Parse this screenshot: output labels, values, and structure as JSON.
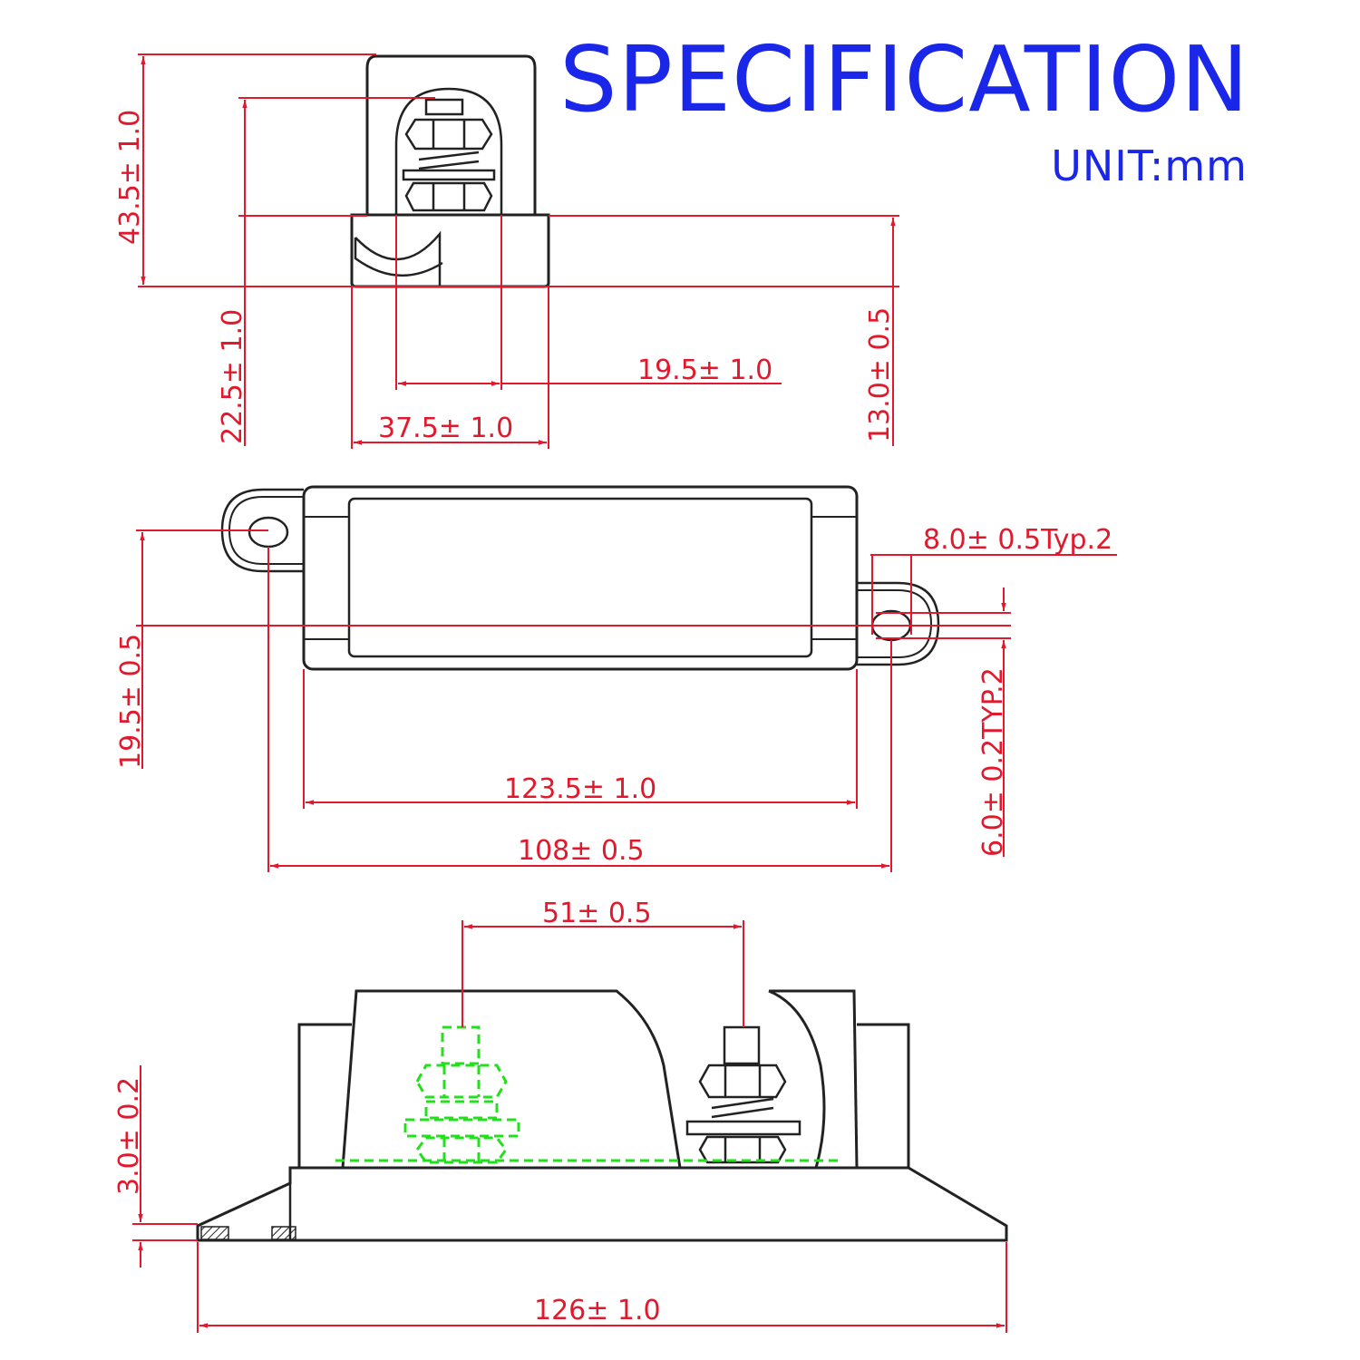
{
  "header": {
    "title": "SPECIFICATION",
    "unit": "UNIT:mm"
  },
  "colors": {
    "title": "#1a27e8",
    "dimension": "#e2192c",
    "outline": "#222222",
    "hidden_terminal": "#22e01c"
  },
  "views": {
    "side_view": {
      "overall_height": "43.5± 1.0",
      "terminal_height": "22.5± 1.0",
      "base_height": "13.0± 0.5",
      "terminal_width": "19.5± 1.0",
      "base_width": "37.5± 1.0"
    },
    "top_view": {
      "tab_hole": "8.0± 0.5Typ.2",
      "width": "19.5± 0.5",
      "hole_diameter": "6.0± 0.2TYP.2",
      "body_length": "123.5± 1.0",
      "hole_spacing": "108± 0.5"
    },
    "front_view": {
      "stud_spacing": "51± 0.5",
      "flange_thickness": "3.0± 0.2",
      "overall_length": "126± 1.0"
    }
  }
}
